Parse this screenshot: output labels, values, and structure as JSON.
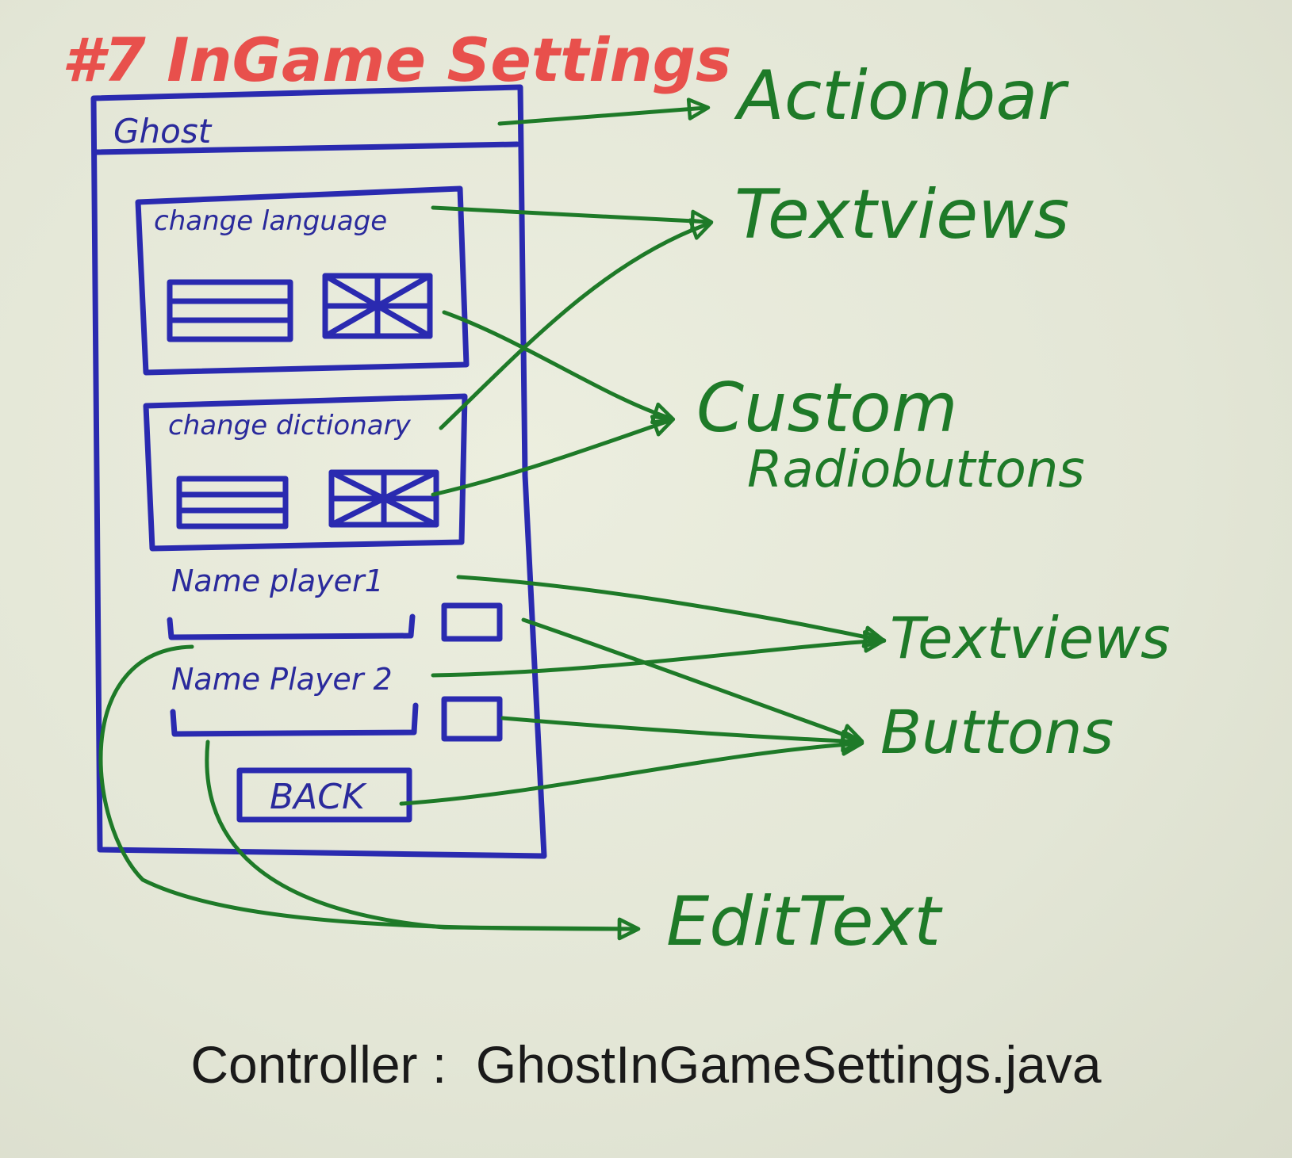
{
  "title": "#7 InGame Settings",
  "mockup": {
    "actionbar_title": "Ghost",
    "language_label": "change language",
    "dictionary_label": "change dictionary",
    "player1_label": "Name player1",
    "player2_label": "Name Player 2",
    "back_label": "BACK"
  },
  "annotations": {
    "actionbar": "Actionbar",
    "textviews_top": "Textviews",
    "custom_line1": "Custom",
    "custom_line2": "Radiobuttons",
    "textviews_bottom": "Textviews",
    "buttons": "Buttons",
    "edittext": "EditText"
  },
  "caption": {
    "prefix": "Controller : ",
    "file": "GhostInGameSettings.java"
  },
  "colors": {
    "title": "#e8504c",
    "mockup_ink": "#2a2ab0",
    "annotation_ink": "#1e7a28",
    "caption": "#1a1a1a",
    "paper": "#e6e8da"
  }
}
